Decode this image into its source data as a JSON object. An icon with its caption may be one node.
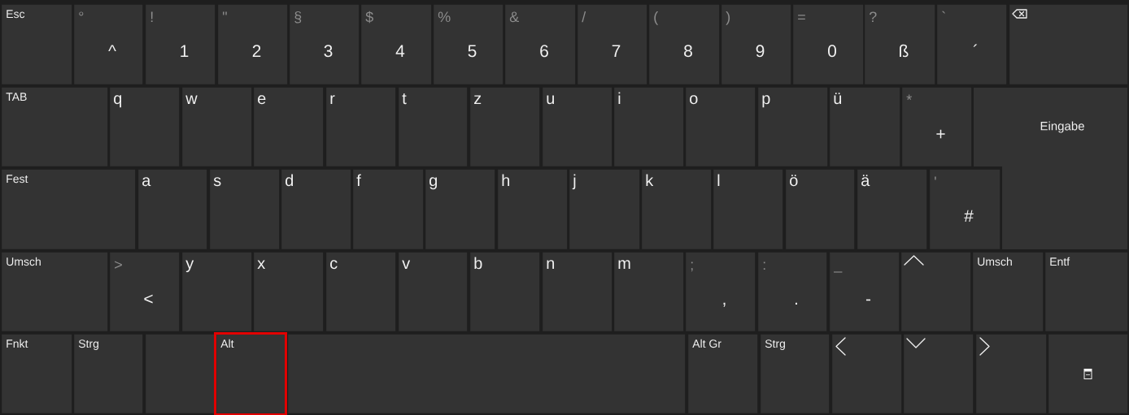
{
  "diagram": {
    "nodes": [
      {
        "text": [
          "Esc"
        ]
      },
      {
        "text": [
          "°",
          "^"
        ]
      },
      {
        "text": [
          "!",
          "1"
        ]
      },
      {
        "text": [
          "\"",
          "2"
        ]
      },
      {
        "text": [
          "§",
          "3"
        ]
      },
      {
        "text": [
          "$",
          "4"
        ]
      },
      {
        "text": [
          "%",
          "5"
        ]
      },
      {
        "text": [
          "&",
          "6"
        ]
      },
      {
        "text": [
          "/",
          "7"
        ]
      },
      {
        "text": [
          "(",
          "8"
        ]
      },
      {
        "text": [
          ")",
          "9"
        ]
      },
      {
        "text": [
          "=",
          "0"
        ]
      },
      {
        "text": [
          "?",
          "ß"
        ]
      },
      {
        "text": [
          "`",
          "´"
        ]
      },
      {
        "text": [],
        "shape": "box"
      },
      {
        "text": [
          "TAB"
        ]
      },
      {
        "text": [
          "q"
        ]
      },
      {
        "text": [
          "w"
        ]
      },
      {
        "text": [
          "e"
        ]
      },
      {
        "text": [
          "r"
        ]
      },
      {
        "text": [
          "t"
        ]
      },
      {
        "text": [
          "z"
        ]
      },
      {
        "text": [
          "u"
        ]
      },
      {
        "text": [
          "i"
        ]
      },
      {
        "text": [
          "o"
        ]
      },
      {
        "text": [
          "p"
        ]
      },
      {
        "text": [
          "ü"
        ]
      },
      {
        "text": [
          "*",
          "+"
        ]
      },
      {
        "text": [
          "Eingabe"
        ]
      },
      {
        "text": [
          "Fest"
        ]
      },
      {
        "text": [
          "a"
        ]
      },
      {
        "text": [
          "s"
        ]
      },
      {
        "text": [
          "d"
        ]
      },
      {
        "text": [
          "f"
        ]
      },
      {
        "text": [
          "g"
        ]
      },
      {
        "text": [
          "h"
        ]
      },
      {
        "text": [
          "j"
        ]
      },
      {
        "text": [
          "k"
        ]
      },
      {
        "text": [
          "l"
        ]
      },
      {
        "text": [
          "ö"
        ]
      },
      {
        "text": [
          "ä"
        ]
      },
      {
        "text": [
          "'",
          "#"
        ]
      },
      {
        "text": [
          "Umsch"
        ]
      },
      {
        "text": [
          ">",
          "<"
        ]
      },
      {
        "text": [
          "y"
        ]
      },
      {
        "text": [
          "x"
        ]
      },
      {
        "text": [
          "c"
        ]
      },
      {
        "text": [
          "v"
        ]
      },
      {
        "text": [
          "b"
        ]
      },
      {
        "text": [
          "n"
        ]
      },
      {
        "text": [
          "m"
        ]
      },
      {
        "text": [
          ";",
          ","
        ]
      },
      {
        "text": [
          ":",
          "."
        ]
      },
      {
        "text": [
          "_",
          "-"
        ]
      },
      {
        "text": [],
        "shape": "box"
      },
      {
        "text": [
          "Umsch"
        ]
      },
      {
        "text": [
          "Entf"
        ]
      },
      {
        "text": [
          "Fnkt"
        ]
      },
      {
        "text": [
          "Strg"
        ]
      },
      {
        "text": [],
        "shape": "box"
      },
      {
        "text": [
          "Alt"
        ]
      },
      {
        "text": [],
        "shape": "box"
      },
      {
        "text": [
          "Alt Gr"
        ]
      },
      {
        "text": [
          "Strg"
        ]
      },
      {
        "text": [],
        "shape": "box"
      },
      {
        "text": [],
        "shape": "box"
      },
      {
        "text": [],
        "shape": "box"
      },
      {
        "text": [],
        "shape": "box"
      }
    ]
  }
}
